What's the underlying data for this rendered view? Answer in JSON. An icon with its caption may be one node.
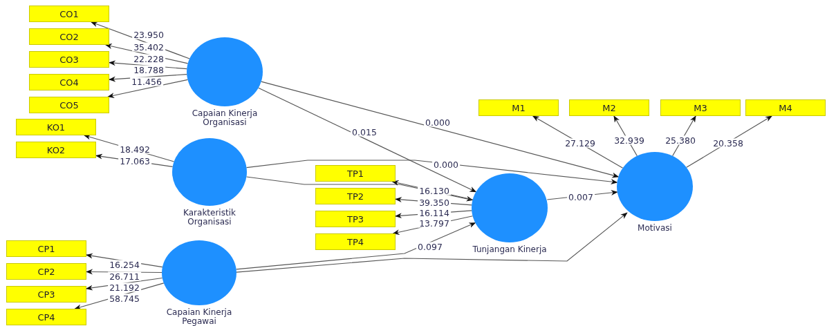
{
  "diagram": {
    "nodes": [
      {
        "text": [
          "CO1"
        ]
      },
      {
        "text": [
          "CO2"
        ]
      },
      {
        "text": [
          "CO3"
        ]
      },
      {
        "text": [
          "CO4"
        ]
      },
      {
        "text": [
          "CO5"
        ]
      },
      {
        "text": [
          "Capaian Kinerja Organisasi"
        ]
      },
      {
        "text": [
          "KO1"
        ]
      },
      {
        "text": [
          "KO2"
        ]
      },
      {
        "text": [
          "Karakteristik Organisasi"
        ]
      },
      {
        "text": [
          "M1"
        ]
      },
      {
        "text": [
          "M2"
        ]
      },
      {
        "text": [
          "M3"
        ]
      },
      {
        "text": [
          "M4"
        ]
      },
      {
        "text": [
          "TP1"
        ]
      },
      {
        "text": [
          "TP2"
        ]
      },
      {
        "text": [
          "TP3"
        ]
      },
      {
        "text": [
          "TP4"
        ]
      },
      {
        "text": [
          "Tunjangan Kinerja"
        ]
      },
      {
        "text": [
          "Motivasi"
        ]
      },
      {
        "text": [
          "CP1"
        ]
      },
      {
        "text": [
          "CP2"
        ]
      },
      {
        "text": [
          "CP3"
        ]
      },
      {
        "text": [
          "CP4"
        ]
      },
      {
        "text": [
          "Capaian Kinerja Pegawai"
        ]
      }
    ],
    "edges": [
      {
        "from": 5,
        "to": 0,
        "arrow": "to",
        "label": "23.950"
      },
      {
        "from": 5,
        "to": 1,
        "arrow": "to",
        "label": "35.402"
      },
      {
        "from": 5,
        "to": 2,
        "arrow": "to",
        "label": "22.228"
      },
      {
        "from": 5,
        "to": 3,
        "arrow": "to",
        "label": "18.788"
      },
      {
        "from": 5,
        "to": 4,
        "arrow": "to",
        "label": "11.456"
      },
      {
        "from": 8,
        "to": 6,
        "arrow": "to",
        "label": "18.492"
      },
      {
        "from": 8,
        "to": 7,
        "arrow": "to",
        "label": "17.063"
      },
      {
        "from": 5,
        "to": 18,
        "arrow": "to",
        "label": "0.000"
      },
      {
        "from": 5,
        "to": 17,
        "arrow": "to",
        "label": "0.015"
      },
      {
        "from": 8,
        "to": 18,
        "arrow": "to",
        "label": "0.000"
      },
      {
        "from": 8,
        "to": 17,
        "arrow": "to"
      },
      {
        "from": 18,
        "to": 9,
        "arrow": "to",
        "label": "27.129"
      },
      {
        "from": 18,
        "to": 10,
        "arrow": "to",
        "label": "32.939"
      },
      {
        "from": 18,
        "to": 11,
        "arrow": "to",
        "label": "25.380"
      },
      {
        "from": 18,
        "to": 12,
        "arrow": "to",
        "label": "20.358"
      },
      {
        "from": 17,
        "to": 13,
        "arrow": "to",
        "label": "16.130"
      },
      {
        "from": 17,
        "to": 14,
        "arrow": "to",
        "label": "39.350"
      },
      {
        "from": 17,
        "to": 15,
        "arrow": "to",
        "label": "16.114"
      },
      {
        "from": 17,
        "to": 16,
        "arrow": "to",
        "label": "13.797"
      },
      {
        "from": 17,
        "to": 18,
        "arrow": "to",
        "label": "0.007"
      },
      {
        "from": 23,
        "to": 17,
        "arrow": "to",
        "label": "0.097"
      },
      {
        "from": 23,
        "to": 18,
        "arrow": "to"
      },
      {
        "from": 23,
        "to": 19,
        "arrow": "to",
        "label": "16.254"
      },
      {
        "from": 23,
        "to": 20,
        "arrow": "to",
        "label": "26.711"
      },
      {
        "from": 23,
        "to": 21,
        "arrow": "to",
        "label": "21.192"
      },
      {
        "from": 23,
        "to": 22,
        "arrow": "to",
        "label": "58.745"
      }
    ]
  }
}
